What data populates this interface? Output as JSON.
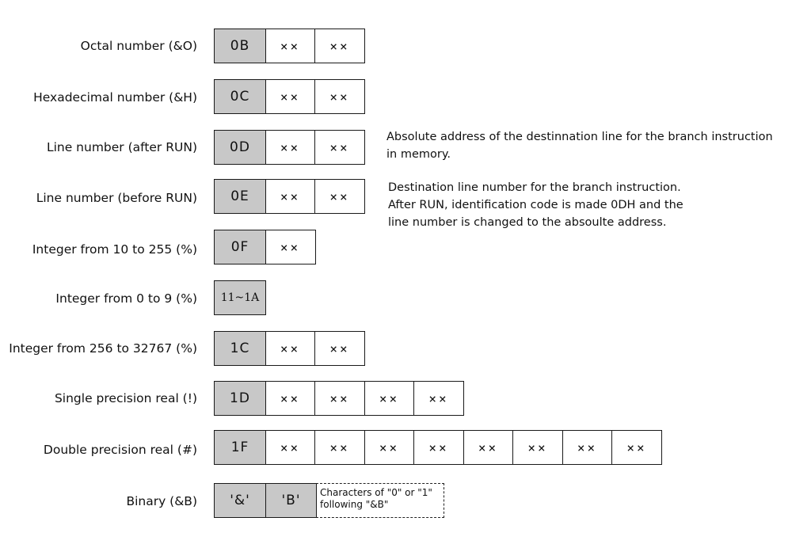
{
  "rows": [
    {
      "label": "Octal number (&O)",
      "code": "0B",
      "bytes": [
        "××",
        "××"
      ]
    },
    {
      "label": "Hexadecimal number (&H)",
      "code": "0C",
      "bytes": [
        "××",
        "××"
      ]
    },
    {
      "label": "Line number (after RUN)",
      "code": "0D",
      "bytes": [
        "××",
        "××"
      ]
    },
    {
      "label": "Line number (before RUN)",
      "code": "0E",
      "bytes": [
        "××",
        "××"
      ]
    },
    {
      "label": "Integer from 10 to 255 (%)",
      "code": "0F",
      "bytes": [
        "××"
      ]
    },
    {
      "label": "Integer from 0 to 9 (%)",
      "code": "11~1A",
      "bytes": []
    },
    {
      "label": "Integer from 256 to 32767 (%)",
      "code": "1C",
      "bytes": [
        "××",
        "××"
      ]
    },
    {
      "label": "Single precision real (!)",
      "code": "1D",
      "bytes": [
        "××",
        "××",
        "××",
        "××"
      ]
    },
    {
      "label": "Double precision real (#)",
      "code": "1F",
      "bytes": [
        "××",
        "××",
        "××",
        "××",
        "××",
        "××",
        "××",
        "××"
      ]
    },
    {
      "label": "Binary (&B)",
      "code": "'&'",
      "code2": "'B'",
      "trailer": "Characters of \"0\" or \"1\" following \"&B\""
    }
  ],
  "notes": {
    "after_run": [
      "Absolute address of the destinnation line for the branch instruction",
      "in memory."
    ],
    "before_run": [
      "Destination line number for the branch instruction.",
      "After RUN, identification code is made 0DH and the",
      "line number is changed to the absoulte address."
    ]
  }
}
